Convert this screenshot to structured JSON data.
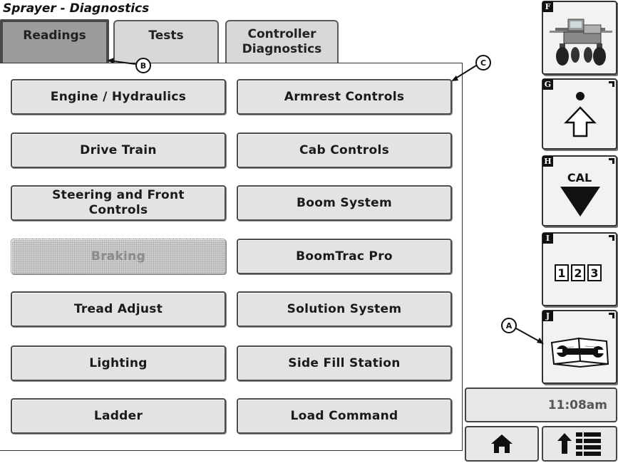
{
  "window": {
    "title": "Sprayer - Diagnostics"
  },
  "tabs": [
    {
      "label": "Readings",
      "active": true
    },
    {
      "label": "Tests",
      "active": false
    },
    {
      "label": "Controller\nDiagnostics",
      "active": false
    }
  ],
  "buttons": {
    "engine_hydraulics": "Engine / Hydraulics",
    "armrest_controls": "Armrest Controls",
    "drive_train": "Drive Train",
    "cab_controls": "Cab Controls",
    "steering_front_controls": "Steering and Front\nControls",
    "boom_system": "Boom System",
    "braking": "Braking",
    "boomtrac_pro": "BoomTrac Pro",
    "tread_adjust": "Tread Adjust",
    "solution_system": "Solution System",
    "lighting": "Lighting",
    "side_fill_station": "Side Fill Station",
    "ladder": "Ladder",
    "load_command": "Load Command"
  },
  "softkeys": {
    "f": {
      "key": "F",
      "icon": "sprayer-machine-icon"
    },
    "g": {
      "key": "G",
      "icon": "up-arrow-icon"
    },
    "h": {
      "key": "H",
      "icon": "calibration-triangle-icon",
      "label": "CAL"
    },
    "i": {
      "key": "I",
      "icon": "numeric-display-icon",
      "digits": [
        "1",
        "2",
        "3"
      ]
    },
    "j": {
      "key": "J",
      "icon": "wrench-manual-icon"
    }
  },
  "status": {
    "time": "11:08am"
  },
  "nav": {
    "home_icon": "home-icon",
    "menu_icon": "up-arrow-menu-icon"
  },
  "callouts": {
    "a": "A",
    "b": "B",
    "c": "C"
  },
  "colors": {
    "active_tab": "#9c9c9c",
    "button_face": "#e3e3e3",
    "disabled_button": "#cfcfcf"
  }
}
